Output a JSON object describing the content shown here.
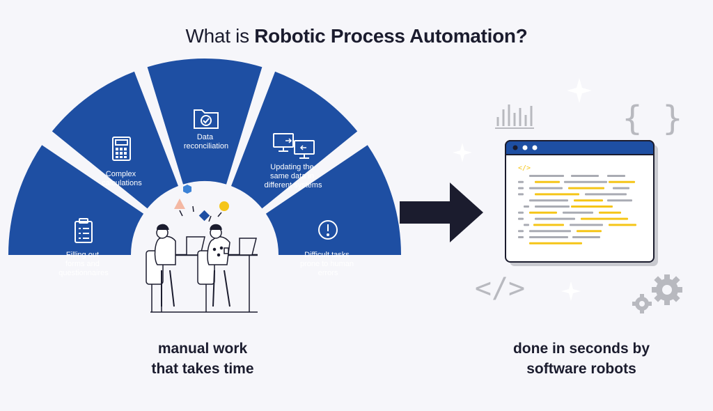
{
  "title": {
    "prefix": "What is ",
    "bold": "Robotic Process Automation?"
  },
  "segments": [
    {
      "name": "forms",
      "lines": [
        "Filling out",
        "forms and",
        "questionnaires"
      ],
      "icon": "clipboard-checklist-icon"
    },
    {
      "name": "calculations",
      "lines": [
        "Complex",
        "calculations"
      ],
      "icon": "calculator-icon"
    },
    {
      "name": "reconciliation",
      "lines": [
        "Data",
        "reconciliation"
      ],
      "icon": "folder-check-icon"
    },
    {
      "name": "updating",
      "lines": [
        "Updating the",
        "same data in",
        "different systems"
      ],
      "icon": "monitors-transfer-icon"
    },
    {
      "name": "errors",
      "lines": [
        "Difficult tasks",
        "prone to human",
        "errors"
      ],
      "icon": "exclamation-icon"
    }
  ],
  "caption_left": [
    "manual work",
    "that takes time"
  ],
  "caption_right": [
    "done in seconds by",
    "software robots"
  ],
  "code_window": {
    "tag": "</>"
  },
  "decor": {
    "braces": "{ }",
    "code_symbol": "</>"
  },
  "colors": {
    "segment": "#1e4fa3",
    "segment_dark": "#173f88",
    "arrow": "#1b1c2e",
    "code_yellow": "#f5c518",
    "code_gray": "#a9abb3",
    "window_bar": "#1e4fa3"
  }
}
